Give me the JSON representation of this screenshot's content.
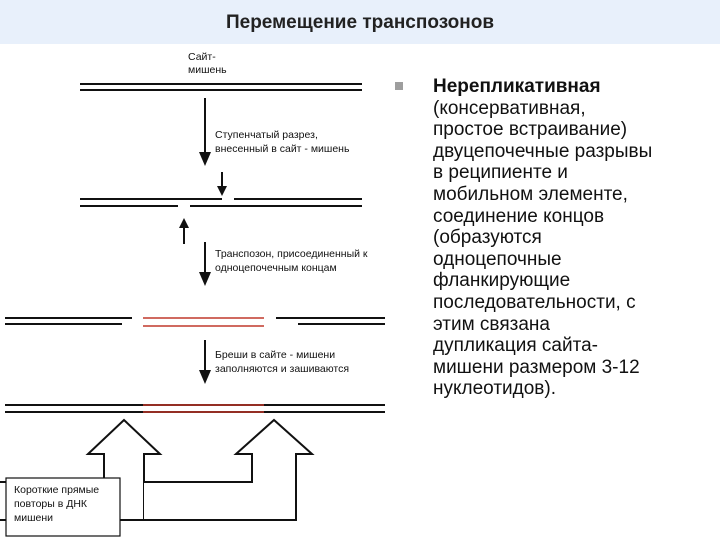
{
  "title": "Перемещение транспозонов",
  "diagram": {
    "target_site_label": [
      "Сайт-",
      "мишень"
    ],
    "step1_label": [
      "Ступенчатый разрез,",
      "внесенный в сайт - мишень"
    ],
    "step2_label": [
      "Транспозон, присоединенный к",
      "одноцепочечным концам"
    ],
    "step3_label": [
      "Бреши в сайте - мишени",
      "заполняются и зашиваются"
    ],
    "repeats_label": [
      "Короткие прямые",
      "повторы в ДНК",
      "мишени"
    ]
  },
  "text": {
    "heading": "Нерепликативная",
    "lines1": [
      "(консервативная,",
      "простое встраивание)"
    ],
    "lines2": [
      "двуцепочечные разрывы",
      "в реципиенте и",
      "мобильном элементе,"
    ],
    "lines3": [
      "соединение концов",
      "(образуются",
      "одноцепочные",
      "фланкирующие",
      "последовательности, с",
      "этим связана",
      "дупликация сайта-",
      "мишени размером 3-12",
      "нуклеотидов)."
    ]
  },
  "colors": {
    "dna": "#111111",
    "transposon": "#c0392b",
    "header_bg": "#e8f0fb",
    "bullet": "#9e9e9e"
  }
}
